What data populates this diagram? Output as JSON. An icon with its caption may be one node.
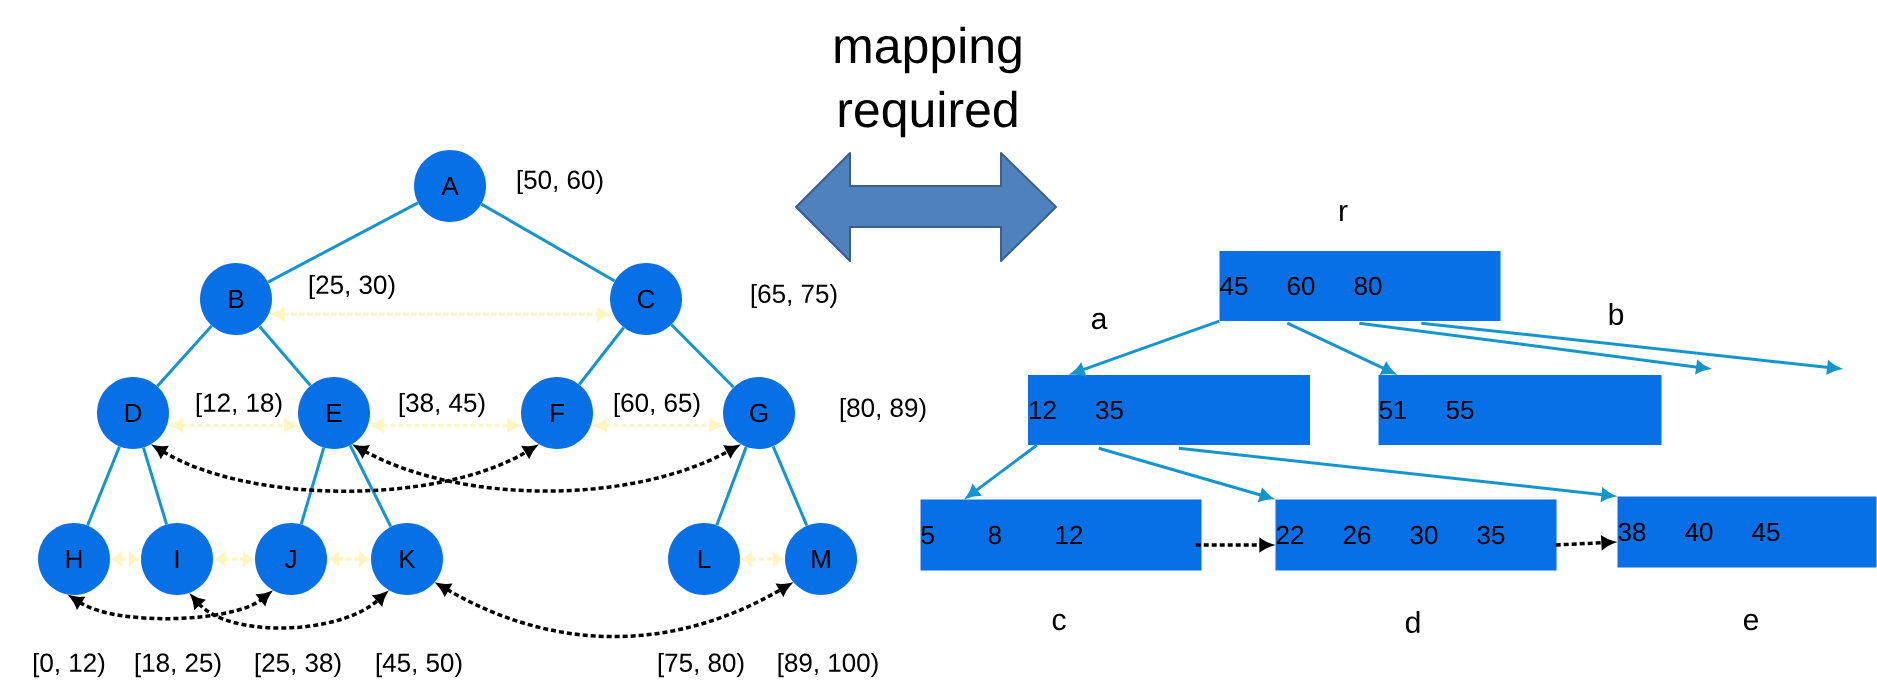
{
  "diagram": {
    "nodes": [
      {
        "text": [
          "A"
        ],
        "beside": [
          "[50, 60)"
        ]
      },
      {
        "text": [
          "B"
        ],
        "beside": [
          "[25, 30)"
        ]
      },
      {
        "text": [
          "C"
        ],
        "beside": [
          "[65, 75)"
        ]
      },
      {
        "text": [
          "D"
        ],
        "beside": [
          "[12, 18)"
        ]
      },
      {
        "text": [
          "E"
        ],
        "beside": [
          "[38, 45)"
        ]
      },
      {
        "text": [
          "F"
        ],
        "beside": [
          "[60, 65)"
        ]
      },
      {
        "text": [
          "G"
        ],
        "beside": [
          "[80, 89)"
        ]
      },
      {
        "text": [
          "H"
        ],
        "beside": [
          "[0, 12)"
        ]
      },
      {
        "text": [
          "I"
        ],
        "beside": [
          "[18, 25)"
        ]
      },
      {
        "text": [
          "J"
        ],
        "beside": [
          "[25, 38)"
        ]
      },
      {
        "text": [
          "K"
        ],
        "beside": [
          "[45, 50)"
        ]
      },
      {
        "text": [
          "L"
        ],
        "beside": [
          "[75, 80)"
        ]
      },
      {
        "text": [
          "M"
        ],
        "beside": [
          "[89, 100)"
        ]
      },
      {
        "text": [
          "45",
          "60",
          "80"
        ],
        "beside": [
          "r"
        ]
      },
      {
        "text": [
          "12",
          "35"
        ],
        "beside": [
          "a"
        ]
      },
      {
        "text": [
          "51",
          "55"
        ]
      },
      {
        "text": [
          "5",
          "8",
          "12"
        ],
        "beside": [
          "c"
        ]
      },
      {
        "text": [
          "22",
          "26",
          "30",
          "35"
        ],
        "beside": [
          "d"
        ]
      },
      {
        "text": [
          "38",
          "40",
          "45"
        ],
        "beside": [
          "e"
        ]
      }
    ],
    "edges": [
      {
        "from": 0,
        "to": 1,
        "arrow": "none"
      },
      {
        "from": 0,
        "to": 2,
        "arrow": "none"
      },
      {
        "from": 1,
        "to": 3,
        "arrow": "none"
      },
      {
        "from": 1,
        "to": 4,
        "arrow": "none"
      },
      {
        "from": 2,
        "to": 5,
        "arrow": "none"
      },
      {
        "from": 2,
        "to": 6,
        "arrow": "none"
      },
      {
        "from": 3,
        "to": 7,
        "arrow": "none"
      },
      {
        "from": 3,
        "to": 8,
        "arrow": "none"
      },
      {
        "from": 4,
        "to": 9,
        "arrow": "none"
      },
      {
        "from": 4,
        "to": 10,
        "arrow": "none"
      },
      {
        "from": 6,
        "to": 11,
        "arrow": "none"
      },
      {
        "from": 6,
        "to": 12,
        "arrow": "none"
      },
      {
        "from": 1,
        "to": 2,
        "arrow": "both",
        "style": "dashed",
        "color": "#fff5c0"
      },
      {
        "from": 3,
        "to": 4,
        "arrow": "both",
        "style": "dashed",
        "color": "#fff5c0"
      },
      {
        "from": 4,
        "to": 5,
        "arrow": "both",
        "style": "dashed",
        "color": "#fff5c0"
      },
      {
        "from": 5,
        "to": 6,
        "arrow": "both",
        "style": "dashed",
        "color": "#fff5c0"
      },
      {
        "from": 7,
        "to": 8,
        "arrow": "both",
        "style": "dashed",
        "color": "#fff5c0"
      },
      {
        "from": 8,
        "to": 9,
        "arrow": "both",
        "style": "dashed",
        "color": "#fff5c0"
      },
      {
        "from": 9,
        "to": 10,
        "arrow": "both",
        "style": "dashed",
        "color": "#fff5c0"
      },
      {
        "from": 11,
        "to": 12,
        "arrow": "both",
        "style": "dashed",
        "color": "#fff5c0"
      },
      {
        "from": 3,
        "to": 5,
        "arrow": "both",
        "style": "dashed",
        "color": "#000000"
      },
      {
        "from": 4,
        "to": 6,
        "arrow": "both",
        "style": "dashed",
        "color": "#000000"
      },
      {
        "from": 7,
        "to": 9,
        "arrow": "both",
        "style": "dashed",
        "color": "#000000"
      },
      {
        "from": 8,
        "to": 10,
        "arrow": "both",
        "style": "dashed",
        "color": "#000000"
      },
      {
        "from": 10,
        "to": 12,
        "arrow": "both",
        "style": "dashed",
        "color": "#000000"
      },
      {
        "from": 13,
        "to": 14,
        "arrow": "to"
      },
      {
        "from": 13,
        "to": 15,
        "arrow": "to"
      },
      {
        "from": 13,
        "to": null,
        "arrow": "to"
      },
      {
        "from": 13,
        "to": null,
        "arrow": "to"
      },
      {
        "from": 14,
        "to": 16,
        "arrow": "to"
      },
      {
        "from": 14,
        "to": 17,
        "arrow": "to"
      },
      {
        "from": 14,
        "to": 18,
        "arrow": "to"
      },
      {
        "from": 16,
        "to": 17,
        "arrow": "to",
        "style": "dashed",
        "color": "#000000"
      },
      {
        "from": 17,
        "to": 18,
        "arrow": "to",
        "style": "dashed",
        "color": "#000000"
      }
    ],
    "labels": [
      "mapping required",
      "b"
    ]
  }
}
